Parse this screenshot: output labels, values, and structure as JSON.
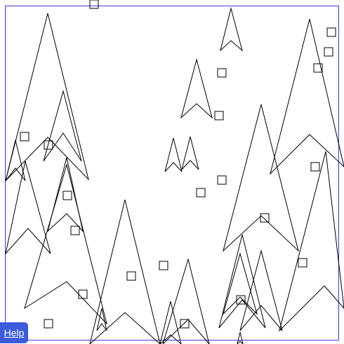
{
  "help": {
    "label": "Help"
  },
  "colors": {
    "frame": "#3b3bd9",
    "stroke": "#000000",
    "help_bg": "#3b5bdb",
    "help_text": "#ffffff"
  },
  "scene": {
    "arrowhead_count": 27,
    "square_count": 24
  }
}
